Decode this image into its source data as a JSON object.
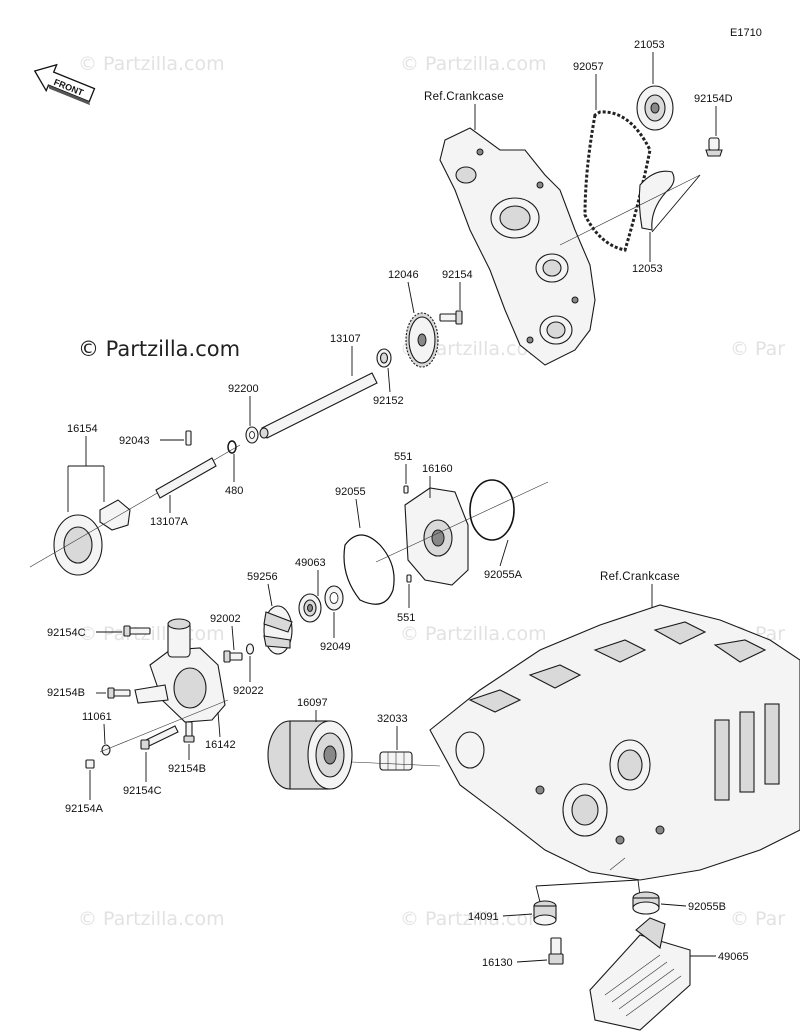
{
  "diagram": {
    "code": "E1710",
    "front_label": "FRONT",
    "refs": {
      "crankcase_top": "Ref.Crankcase",
      "crankcase_bottom": "Ref.Crankcase"
    },
    "watermarks": {
      "main": "© Partzilla.com",
      "faint": "© Partzilla.com",
      "edge": "© Par"
    },
    "parts": {
      "p21053": "21053",
      "p92057": "92057",
      "p92154D": "92154D",
      "p12053": "12053",
      "p12046": "12046",
      "p92154": "92154",
      "p13107": "13107",
      "p92152": "92152",
      "p92200": "92200",
      "p16154": "16154",
      "p92043": "92043",
      "p480": "480",
      "p13107A": "13107A",
      "p551a": "551",
      "p16160": "16160",
      "p92055": "92055",
      "p92055A": "92055A",
      "p551b": "551",
      "p59256": "59256",
      "p49063": "49063",
      "p92049": "92049",
      "p92154C_top": "92154C",
      "p92002": "92002",
      "p92022": "92022",
      "p92154B_left": "92154B",
      "p11061": "11061",
      "p16142": "16142",
      "p92154B_bottom": "92154B",
      "p92154C_bottom": "92154C",
      "p92154A": "92154A",
      "p16097": "16097",
      "p32033": "32033",
      "p14091": "14091",
      "p92055B": "92055B",
      "p16130": "16130",
      "p49065": "49065"
    }
  }
}
